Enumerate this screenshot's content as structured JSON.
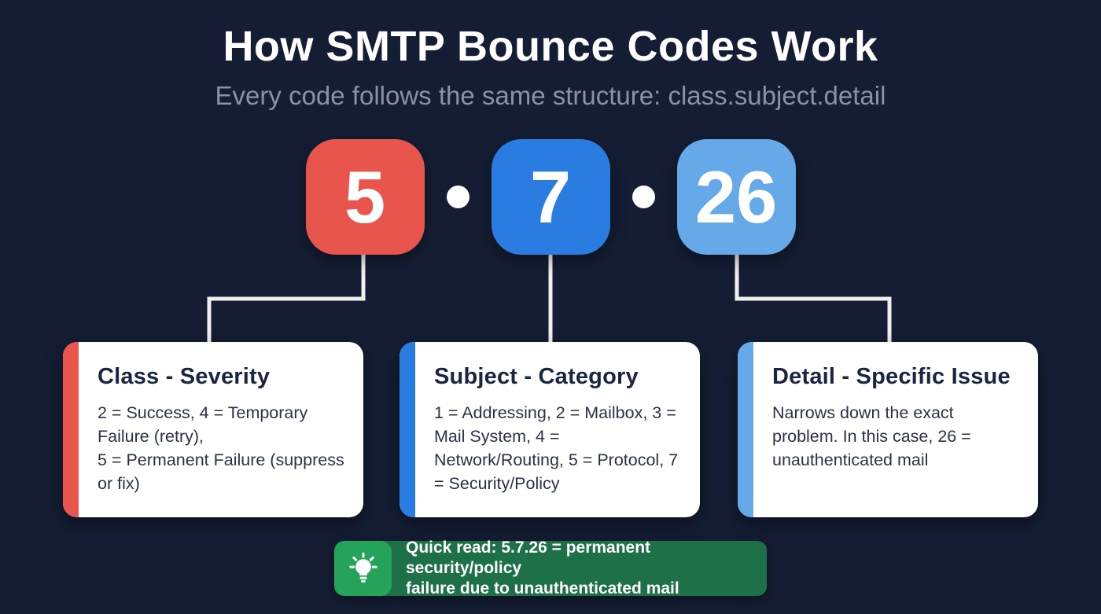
{
  "colors": {
    "background": "#141d33",
    "connector": "#efefef",
    "card_background": "#ffffff",
    "title_text": "#ffffff",
    "subtitle_text": "#8a92a7",
    "card_title_text": "#1a2542",
    "card_body_text": "#2a3248",
    "banner_background": "#1e7048",
    "banner_icon_background": "#25a35a",
    "class_red": "#e8554c",
    "subject_blue": "#2b7ce0",
    "detail_light_blue": "#66a9e9"
  },
  "header": {
    "title": "How SMTP Bounce Codes Work",
    "subtitle": "Every code follows the same structure: class.subject.detail"
  },
  "code": {
    "separator": "",
    "parts": [
      {
        "label": "class",
        "value": "5",
        "color": "#e8554c"
      },
      {
        "label": "subject",
        "value": "7",
        "color": "#2b7ce0"
      },
      {
        "label": "detail",
        "value": "26",
        "color": "#66a9e9"
      }
    ]
  },
  "cards": [
    {
      "title": "Class - Severity",
      "body": "2 = Success, 4 = Temporary Failure (retry),\n5 = Permanent Failure (suppress or fix)",
      "accent": "#e8554c"
    },
    {
      "title": "Subject - Category",
      "body": "1 = Addressing, 2 = Mailbox, 3 = Mail System, 4 = Network/Routing, 5 = Protocol, 7 = Security/Policy",
      "accent": "#2b7ce0"
    },
    {
      "title": "Detail - Specific Issue",
      "body": "Narrows down the exact problem. In this case, 26 = unauthenticated mail",
      "accent": "#66a9e9"
    }
  ],
  "banner": {
    "icon": "lightbulb-icon",
    "text": "Quick read: 5.7.26 = permanent security/policy\nfailure due to unauthenticated mail"
  }
}
